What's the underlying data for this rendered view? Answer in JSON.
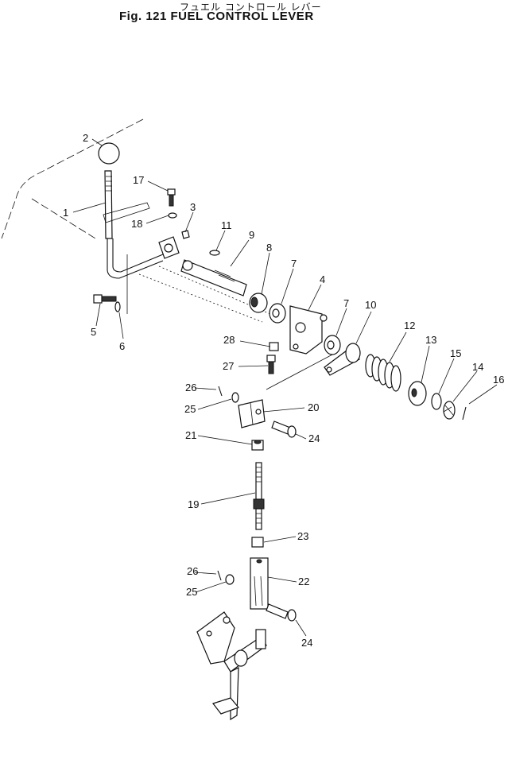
{
  "title": {
    "japanese": "フュエル コントロール レバー",
    "english": "Fig. 121  FUEL  CONTROL  LEVER"
  },
  "callouts": {
    "c1": "1",
    "c2": "2",
    "c3": "3",
    "c4": "4",
    "c5": "5",
    "c6": "6",
    "c7a": "7",
    "c7b": "7",
    "c8": "8",
    "c9": "9",
    "c10": "10",
    "c11": "11",
    "c12": "12",
    "c13": "13",
    "c14": "14",
    "c15": "15",
    "c16": "16",
    "c17": "17",
    "c18": "18",
    "c19": "19",
    "c20": "20",
    "c21": "21",
    "c22": "22",
    "c23": "23",
    "c24a": "24",
    "c24b": "24",
    "c25a": "25",
    "c25b": "25",
    "c26a": "26",
    "c26b": "26",
    "c27": "27",
    "c28": "28"
  }
}
